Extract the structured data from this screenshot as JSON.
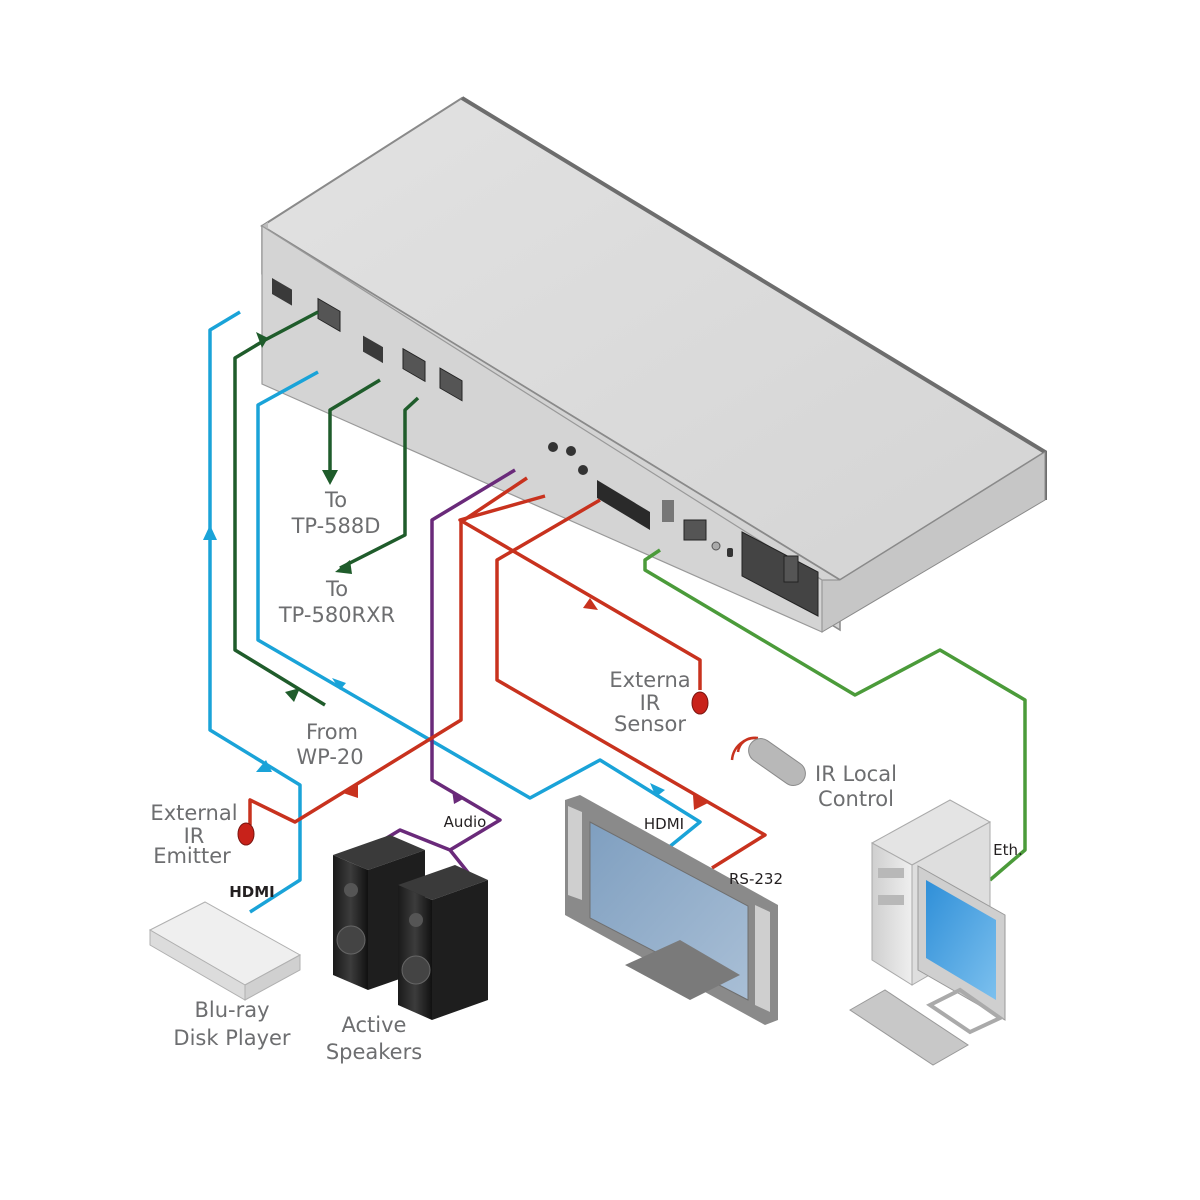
{
  "diagram": {
    "title": "",
    "device": {
      "name": "matrix-switcher-rear-panel",
      "colors": {
        "top": "#dcdcdc",
        "front": "#d3d3d3",
        "edge": "#8a8a8a",
        "port": "#3a3a3a"
      }
    },
    "cable_colors": {
      "hdmi": "#1aa3d8",
      "hdbaset": "#1f5c2b",
      "ir_rs232": "#c8321e",
      "audio": "#6a2a7a",
      "ethernet": "#4b9b3a"
    },
    "labels": {
      "to_tp588d_line1": "To",
      "to_tp588d_line2": "TP-588D",
      "to_tp580rxr_line1": "To",
      "to_tp580rxr_line2": "TP-580RXR",
      "from_wp20_line1": "From",
      "from_wp20_line2": "WP-20",
      "ext_ir_emitter_line1": "External",
      "ext_ir_emitter_line2": "IR",
      "ext_ir_emitter_line3": "Emitter",
      "ext_ir_sensor_line1": "Externa",
      "ext_ir_sensor_line2": "IR",
      "ext_ir_sensor_line3": "Sensor",
      "ir_local_line1": "IR Local",
      "ir_local_line2": "Control",
      "bluray_line1": "Blu-ray",
      "bluray_line2": "Disk Player",
      "speakers_line1": "Active",
      "speakers_line2": "Speakers",
      "hdmi_bluray": "HDMI",
      "hdmi_display": "HDMI",
      "audio": "Audio",
      "rs232": "RS-232",
      "eth": "Eth."
    }
  }
}
